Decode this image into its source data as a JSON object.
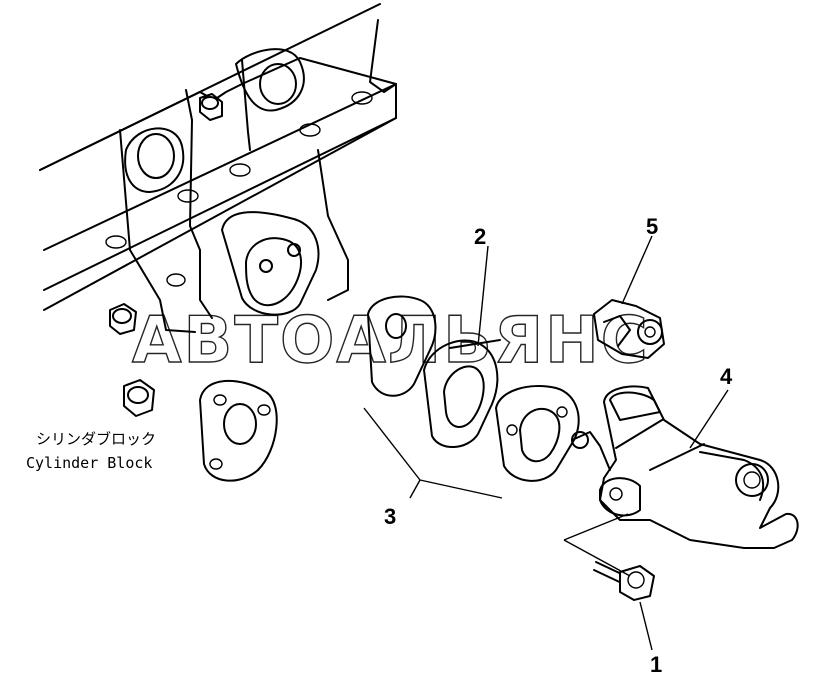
{
  "part_labels": {
    "p1": "1",
    "p2": "2",
    "p3": "3",
    "p4": "4",
    "p5": "5"
  },
  "caption": {
    "japanese": "シリンダブロック",
    "english": "Cylinder Block"
  },
  "watermark": "АВТОАЛЬЯНС"
}
